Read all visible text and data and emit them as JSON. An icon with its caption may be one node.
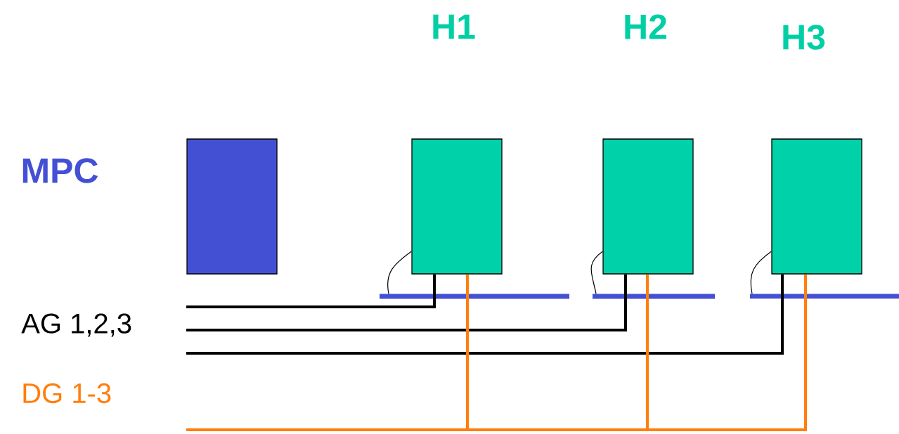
{
  "diagram": {
    "nodes": [
      {
        "text": [],
        "shape": "box",
        "beside": [
          "MPC"
        ]
      },
      {
        "text": [
          "H1"
        ]
      },
      {
        "text": [],
        "shape": "bar"
      },
      {
        "text": [
          "H2"
        ]
      },
      {
        "text": [],
        "shape": "bar"
      },
      {
        "text": [
          "H3"
        ]
      },
      {
        "text": [],
        "shape": "bar"
      }
    ],
    "edges": [
      {
        "from": 1,
        "to": 2,
        "arrow": "none"
      },
      {
        "from": 3,
        "to": 4,
        "arrow": "none"
      },
      {
        "from": 5,
        "to": 6,
        "arrow": "none"
      },
      {
        "from": null,
        "to": 1,
        "arrow": "none"
      },
      {
        "from": null,
        "to": 3,
        "arrow": "none"
      },
      {
        "from": null,
        "to": 5,
        "arrow": "none"
      },
      {
        "from": null,
        "to": 1,
        "arrow": "none",
        "color": "#ff7f0e"
      },
      {
        "from": null,
        "to": 3,
        "arrow": "none",
        "color": "#ff7f0e"
      },
      {
        "from": null,
        "to": 5,
        "arrow": "none",
        "color": "#ff7f0e"
      }
    ],
    "labels": [
      "AG 1,2,3",
      "DG 1-3"
    ]
  }
}
